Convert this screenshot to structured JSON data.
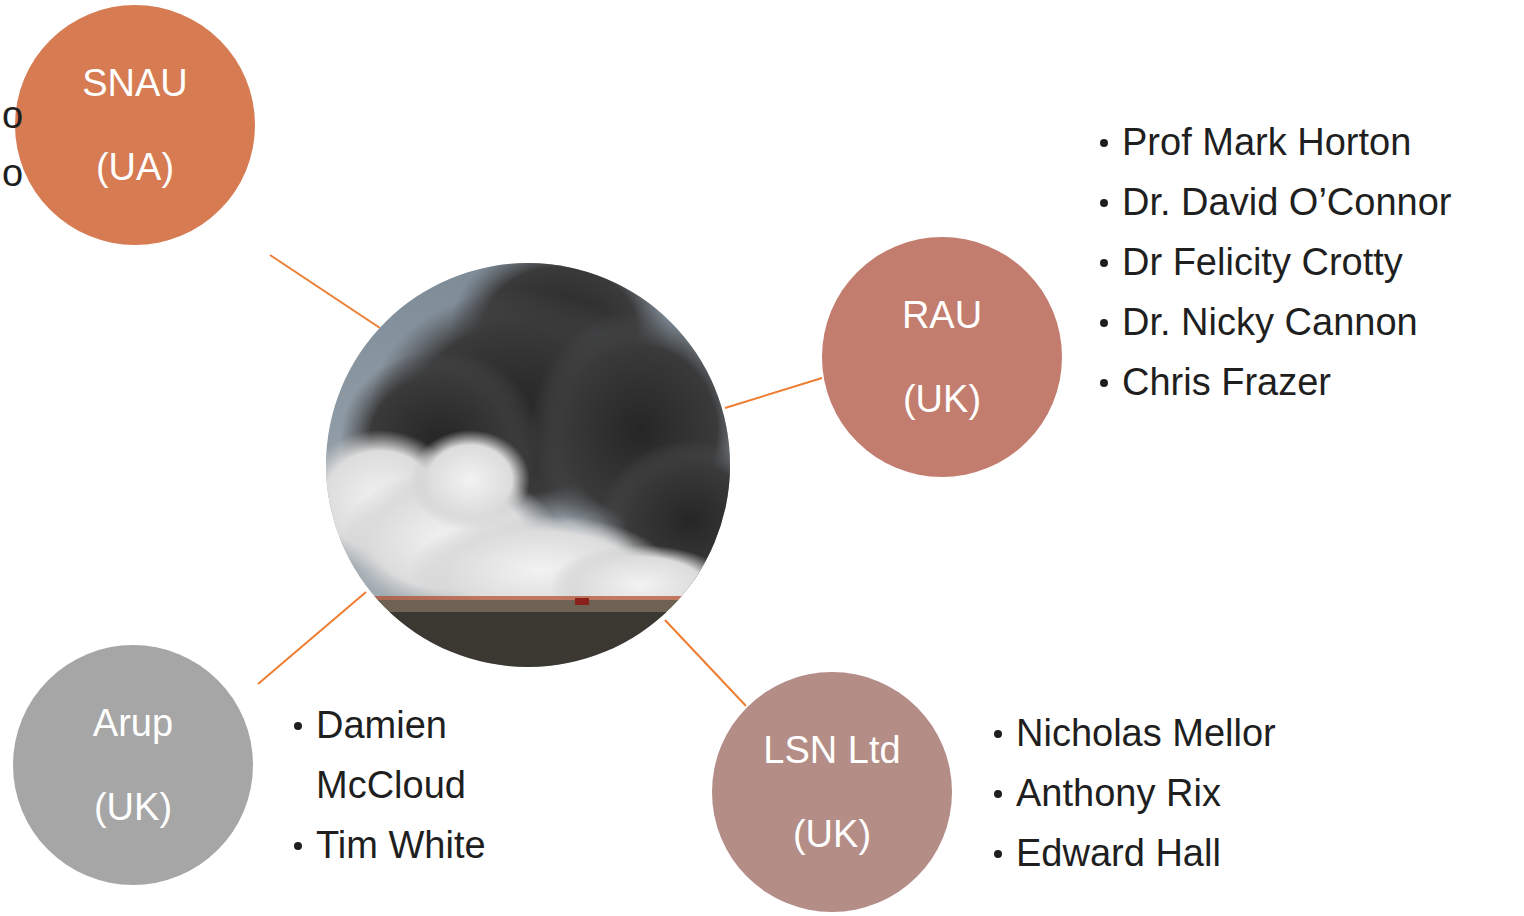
{
  "diagram": {
    "nodes": [
      {
        "text": [
          "SNAU (UA)"
        ]
      },
      {
        "text": [
          "RAU (UK)"
        ]
      },
      {
        "text": [
          "Arup (UK)"
        ]
      },
      {
        "text": [
          "LSN Ltd (UK)"
        ]
      }
    ],
    "labels": [
      "o",
      "o",
      "Prof Mark Horton",
      "Dr. David O’Connor",
      "Dr Felicity Crotty",
      "Dr. Nicky Cannon",
      "Chris Frazer",
      "Damien McCloud",
      "Tim White",
      "Nicholas Mellor",
      "Anthony Rix",
      "Edward Hall"
    ]
  }
}
